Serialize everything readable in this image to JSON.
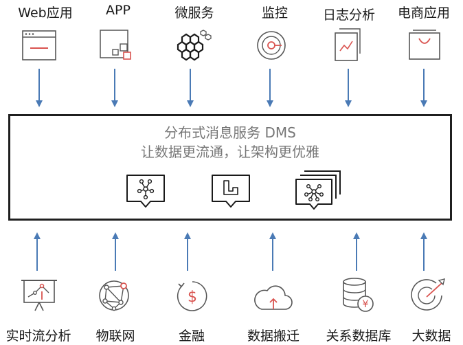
{
  "top_sources": [
    {
      "label": "Web应用",
      "icon": "web-browser-icon"
    },
    {
      "label": "APP",
      "icon": "app-blocks-icon"
    },
    {
      "label": "微服务",
      "icon": "microservices-hexagon-icon"
    },
    {
      "label": "监控",
      "icon": "monitor-target-icon"
    },
    {
      "label": "日志分析",
      "icon": "log-document-icon"
    },
    {
      "label": "电商应用",
      "icon": "shopping-bag-icon"
    }
  ],
  "center": {
    "title": "分布式消息服务 DMS",
    "subtitle": "让数据更流通，让架构更优雅",
    "icons": [
      "message-network-icon",
      "message-blocks-icon",
      "message-stack-network-icon"
    ]
  },
  "bottom_consumers": [
    {
      "label": "实时流分析",
      "icon": "realtime-chart-icon"
    },
    {
      "label": "物联网",
      "icon": "iot-network-icon"
    },
    {
      "label": "金融",
      "icon": "finance-yuan-icon"
    },
    {
      "label": "数据搬迁",
      "icon": "cloud-upload-icon"
    },
    {
      "label": "关系数据库",
      "icon": "database-yuan-icon"
    },
    {
      "label": "大数据",
      "icon": "big-data-target-icon"
    }
  ],
  "colors": {
    "accent": "#d9534f",
    "arrow": "#4a7ab5",
    "stroke": "#555555",
    "border": "#1f1f1f",
    "center_text": "#777777"
  }
}
